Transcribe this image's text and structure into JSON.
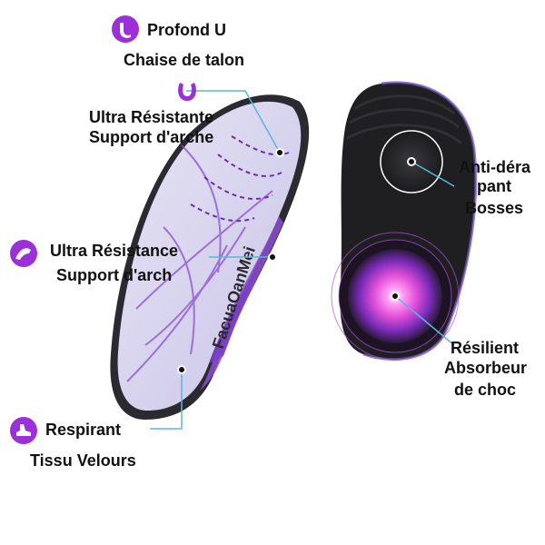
{
  "brand": "FacuaOanMei",
  "colors": {
    "accent": "#9b30d9",
    "insole_top": "#d9d6ee",
    "insole_stripe": "#8a4fd0",
    "insole_bottom": "#1f1f22",
    "shock_pad": "#e45ce0",
    "callout_line": "#5bb6d8"
  },
  "features": [
    {
      "icon": "heel-cup-icon",
      "title": "Profond U",
      "subtitle": "Chaise de talon"
    },
    {
      "icon": "arch-support-icon",
      "title": "Ultra Résistante",
      "subtitle": "Support d'arche"
    },
    {
      "icon": "foot-arch-icon",
      "title": "Ultra Résistance",
      "subtitle": "Support d'arch"
    },
    {
      "icon": "foot-breath-icon",
      "title": "Respirant",
      "subtitle": "Tissu Velours"
    },
    {
      "icon": null,
      "line1": "Anti-déra",
      "line2": "pant",
      "line3": "Bosses"
    },
    {
      "icon": null,
      "line1": "Résilient",
      "line2": "Absorbeur",
      "line3": "de choc"
    }
  ]
}
